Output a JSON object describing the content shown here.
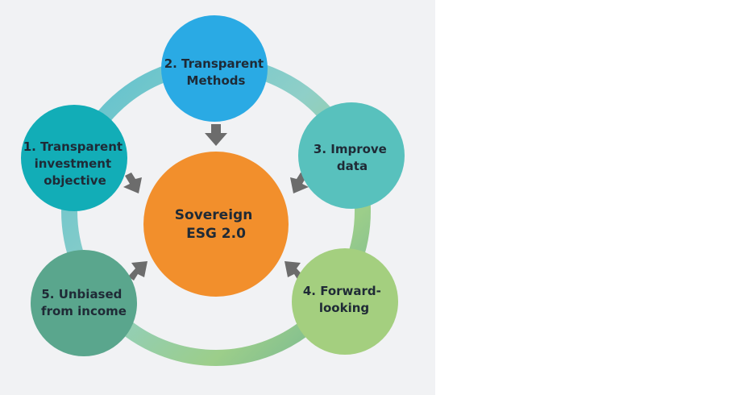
{
  "diagram": {
    "center": {
      "lines": [
        "Sovereign",
        "ESG 2.0"
      ],
      "color": "#f28f2c"
    },
    "nodes": [
      {
        "id": "node-1",
        "lines": [
          "1. Transparent",
          "investment",
          "objective"
        ],
        "color": "#12adb7"
      },
      {
        "id": "node-2",
        "lines": [
          "2. Transparent",
          "Methods"
        ],
        "color": "#2aaae4"
      },
      {
        "id": "node-3",
        "lines": [
          "3. Improve",
          "data"
        ],
        "color": "#58c1bd"
      },
      {
        "id": "node-4",
        "lines": [
          "4. Forward-",
          "looking"
        ],
        "color": "#a4cf7f"
      },
      {
        "id": "node-5",
        "lines": [
          "5. Unbiased",
          "from income"
        ],
        "color": "#5aa68d"
      }
    ],
    "ring_color": "#8fc9c6",
    "arrow_color": "#6c6c6c",
    "background": "#f1f2f4"
  }
}
